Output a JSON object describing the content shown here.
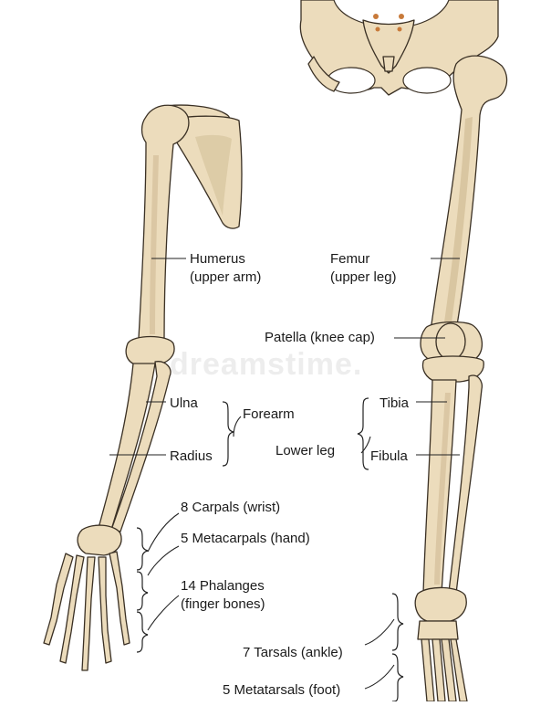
{
  "colors": {
    "bone": "#ecdcbc",
    "bone_shadow": "#cdb78f",
    "outline": "#3a3024",
    "line": "#222222",
    "background": "#ffffff"
  },
  "labels": {
    "humerus": {
      "name": "Humerus",
      "detail": "(upper arm)"
    },
    "femur": {
      "name": "Femur",
      "detail": "(upper leg)"
    },
    "patella": "Patella (knee cap)",
    "ulna": "Ulna",
    "forearm": "Forearm",
    "radius": "Radius",
    "tibia": "Tibia",
    "lower_leg": "Lower leg",
    "fibula": "Fibula",
    "carpals": "8 Carpals (wrist)",
    "metacarpals": "5 Metacarpals (hand)",
    "phalanges": {
      "name": "14 Phalanges",
      "detail": "(finger bones)"
    },
    "tarsals": "7 Tarsals (ankle)",
    "metatarsals": "5 Metatarsals (foot)"
  },
  "watermark": "dreamstime."
}
